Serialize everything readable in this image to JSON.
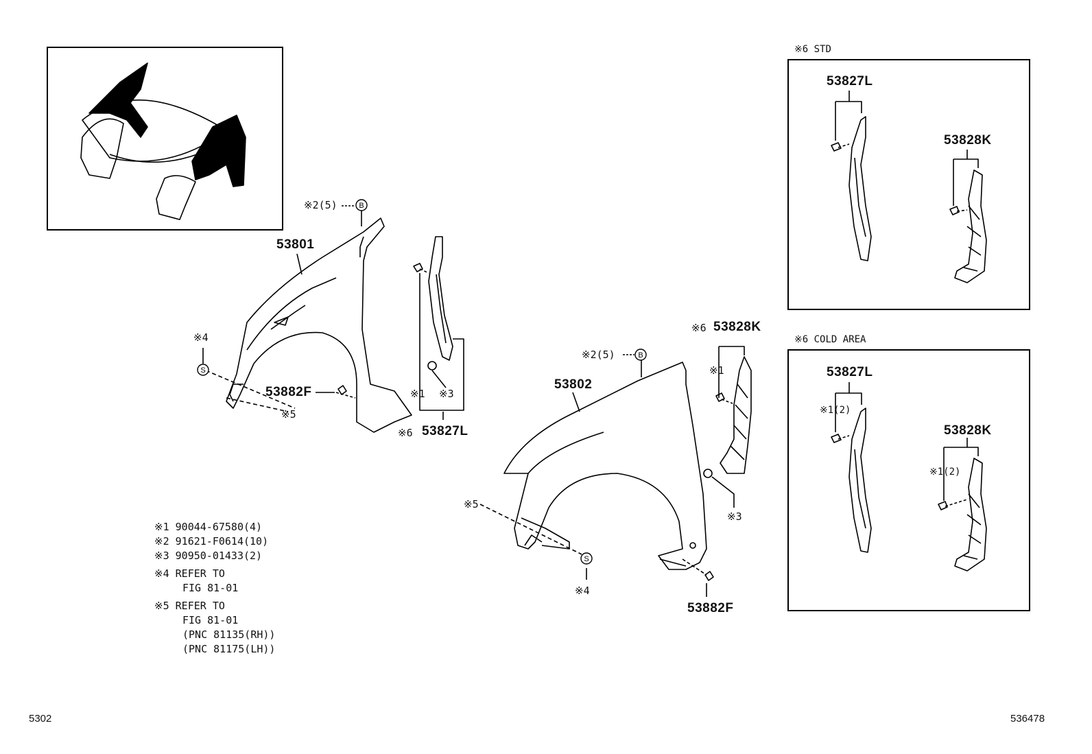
{
  "overview_box": {},
  "labels": {
    "p53801": "53801",
    "p53802": "53802",
    "p53882F_left": "53882F",
    "p53882F_right": "53882F",
    "p53827L_left": "53827L",
    "p53828K_mid": "53828K",
    "note2_left": "※2(5)",
    "note2_right": "※2(5)",
    "note4_left": "※4",
    "note4_right": "※4",
    "note5_left": "※5",
    "note5_right": "※5",
    "note1_left": "※1",
    "note3_left": "※3",
    "note6_left": "※6",
    "note6_mid": "※6",
    "note1_mid": "※1",
    "note3_mid": "※3",
    "circle_b": "B",
    "circle_s": "S"
  },
  "std_box": {
    "title": "※6 STD",
    "part_a": "53827L",
    "part_b": "53828K"
  },
  "cold_box": {
    "title": "※6 COLD AREA",
    "part_a": "53827L",
    "part_b": "53828K",
    "note_a": "※1(2)",
    "note_b": "※1(2)"
  },
  "legend": [
    {
      "mark": "※1",
      "text": "90044-67580(4)"
    },
    {
      "mark": "※2",
      "text": "91621-F0614(10)"
    },
    {
      "mark": "※3",
      "text": "90950-01433(2)"
    },
    {
      "mark": "※4",
      "text": "REFER TO"
    },
    {
      "mark": "",
      "text": "FIG 81-01"
    },
    {
      "mark": "※5",
      "text": "REFER TO"
    },
    {
      "mark": "",
      "text": "FIG 81-01"
    },
    {
      "mark": "",
      "text": "(PNC 81135(RH))"
    },
    {
      "mark": "",
      "text": "(PNC 81175(LH))"
    }
  ],
  "footer": {
    "left": "5302",
    "right": "536478"
  }
}
